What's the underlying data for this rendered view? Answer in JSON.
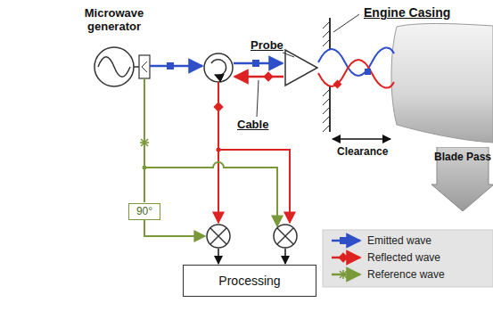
{
  "diagram": {
    "nodes": [
      {
        "text": [
          "Blade Pass"
        ]
      },
      {
        "text": [
          "90°"
        ]
      },
      {
        "text": [
          "Processing"
        ]
      }
    ],
    "labels": [
      "Microwave generator",
      "Probe",
      "Cable",
      "Engine Casing",
      "Clearance"
    ],
    "legend": [
      {
        "text": "Emitted wave"
      },
      {
        "text": "Reflected wave"
      },
      {
        "text": "Reference wave"
      }
    ]
  }
}
